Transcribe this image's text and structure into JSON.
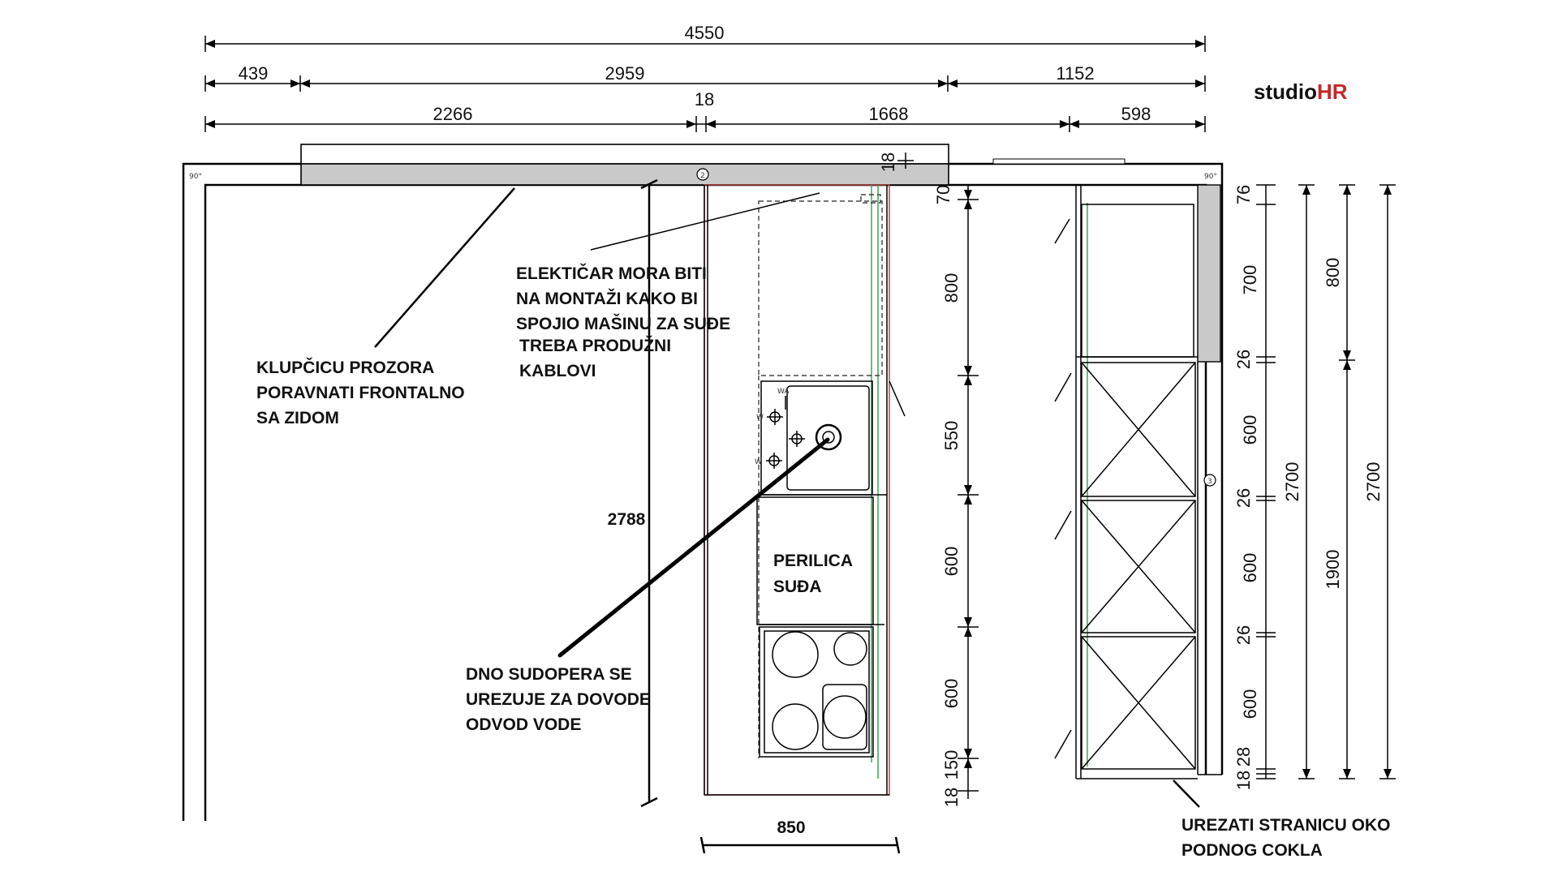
{
  "logo": {
    "part1": "studio",
    "part2": "HR"
  },
  "colors": {
    "logo_accent": "#c62828",
    "guide_green": "#2ea043",
    "outline_red": "#b23a3a",
    "counter_gray": "#c9c9c9"
  },
  "dimensions": {
    "top": {
      "total": "4550",
      "a": "439",
      "b": "2959",
      "c": "1152",
      "d": "2266",
      "e": "18",
      "f": "1668",
      "g": "598"
    },
    "sink_label_18": "18",
    "wall_height": "2788",
    "base_width": "850",
    "base_vertical": [
      "70",
      "800",
      "550",
      "600",
      "600",
      "150",
      "18"
    ],
    "tall_vertical": [
      "76",
      "700",
      "26",
      "600",
      "26",
      "600",
      "26",
      "600",
      "28",
      "18"
    ],
    "right_a": "2700",
    "right_b": [
      "800",
      "1900"
    ],
    "right_c": "2700",
    "angle_left": "90°",
    "angle_right": "90°"
  },
  "markers": {
    "m2": "2",
    "m3": "3",
    "wa": "WA",
    "w1": "W",
    "w2": "W"
  },
  "notes": {
    "window_sill": [
      "KLUPČICU PROZORA",
      "PORAVNATI FRONTALNO",
      "SA ZIDOM"
    ],
    "electrician": [
      "ELEKTIČAR MORA BITI",
      "NA MONTAŽI KAKO BI",
      "SPOJIO MAŠINU ZA SUĐE",
      " TREBA PRODUŽNI",
      " KABLOVI"
    ],
    "dishwasher": [
      "PERILICA",
      "SUĐA"
    ],
    "sink_bottom": [
      "DNO SUDOPERA SE",
      "UREZUJE ZA DOVODE",
      "ODVOD VODE"
    ],
    "cut_side": [
      "UREZATI STRANICU OKO",
      "PODNOG COKLA"
    ]
  }
}
